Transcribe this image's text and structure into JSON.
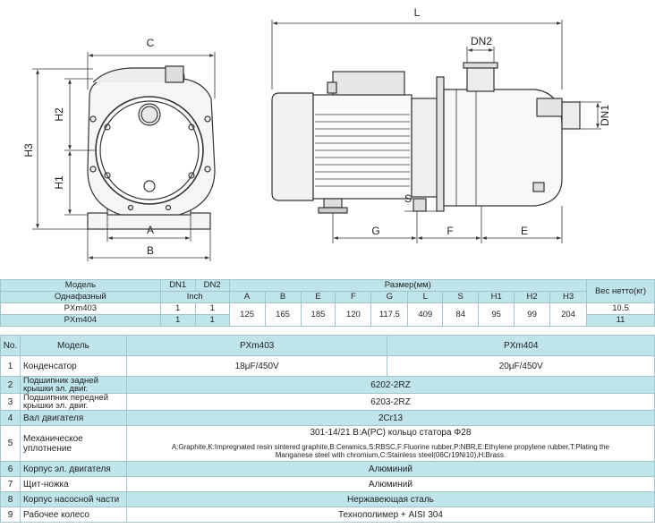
{
  "drawing": {
    "front_dims": {
      "C": "C",
      "H2": "H2",
      "H1": "H1",
      "H3": "H3",
      "A": "A",
      "B": "B"
    },
    "side_dims": {
      "L": "L",
      "DN2": "DN2",
      "DN1": "DN1",
      "S": "S",
      "G": "G",
      "F": "F",
      "E": "E"
    }
  },
  "spec_table": {
    "header": {
      "model": "Модель",
      "dn1": "DN1",
      "dn2": "DN2",
      "size": "Размер(мм)",
      "weight": "Вес нетто(кг)",
      "phase": "Однафазный",
      "inch": "Inch",
      "cols": [
        "A",
        "B",
        "E",
        "F",
        "G",
        "L",
        "S",
        "H1",
        "H2",
        "H3"
      ]
    },
    "rows": [
      {
        "model": "PXm403",
        "dn1": "1",
        "dn2": "1",
        "weight": "10.5"
      },
      {
        "model": "PXm404",
        "dn1": "1",
        "dn2": "1",
        "weight": "11"
      }
    ],
    "shared_dims": [
      "125",
      "165",
      "185",
      "120",
      "117.5",
      "409",
      "84",
      "95",
      "99",
      "204"
    ]
  },
  "parts_table": {
    "header": {
      "no": "No.",
      "model": "Модель",
      "m1": "PXm403",
      "m2": "PXm404"
    },
    "rows": [
      {
        "no": "1",
        "name": "Конденсатор",
        "v1": "18μF/450V",
        "v2": "20μF/450V"
      },
      {
        "no": "2",
        "name": "Подшипник задней крышки эл. двиг.",
        "value": "6202-2RZ"
      },
      {
        "no": "3",
        "name": "Подшипник передней крышки эл. двиг.",
        "value": "6203-2RZ"
      },
      {
        "no": "4",
        "name": "Вал двигателя",
        "value": "2Cr13"
      },
      {
        "no": "5",
        "name": "Механическое уплотнение",
        "value": "301-14/21 B:A(PC) кольцо статора Φ28",
        "note": "A:Graphite,K:Impregnated resin sintered graphite,B:Ceramics,S:RBSC,F:Fluorine rubber,P:NBR,E:Ethylene propylene rubber,T:Plating the Manganese steel with chromium,C:Stainless steel(06Cr19Ni10),H:Brass."
      },
      {
        "no": "6",
        "name": "Корпус эл. двигателя",
        "value": "Алюминий"
      },
      {
        "no": "7",
        "name": "Щит-ножка",
        "value": "Алюминий"
      },
      {
        "no": "8",
        "name": "Корпус насосной части",
        "value": "Нержавеющая сталь"
      },
      {
        "no": "9",
        "name": "Рабочее колесо",
        "value": "Технополимер + AISI 304"
      }
    ]
  }
}
